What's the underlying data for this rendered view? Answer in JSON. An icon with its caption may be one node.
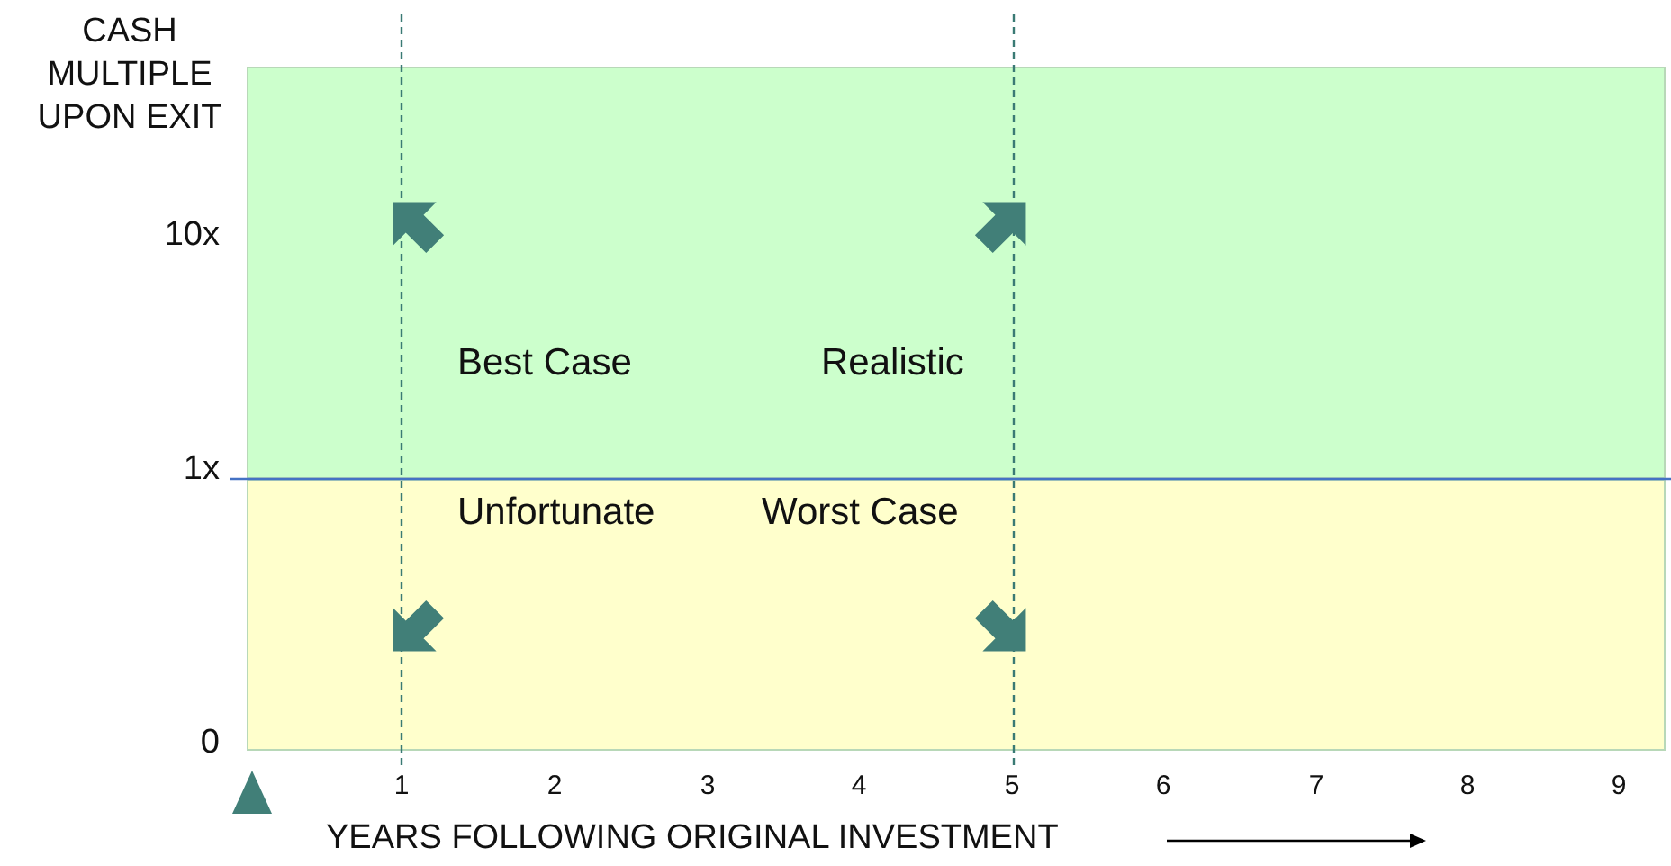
{
  "diagram": {
    "nodes": [
      {
        "text": [
          "Best Case",
          "Realistic"
        ]
      },
      {
        "text": [
          "Unfortunate",
          "Worst Case"
        ]
      }
    ],
    "edges": [],
    "labels": [
      "CASH MULTIPLE UPON EXIT",
      "10x",
      "1x",
      "0",
      "1",
      "2",
      "3",
      "4",
      "5",
      "6",
      "7",
      "8",
      "9",
      "YEARS FOLLOWING ORIGINAL INVESTMENT"
    ]
  }
}
